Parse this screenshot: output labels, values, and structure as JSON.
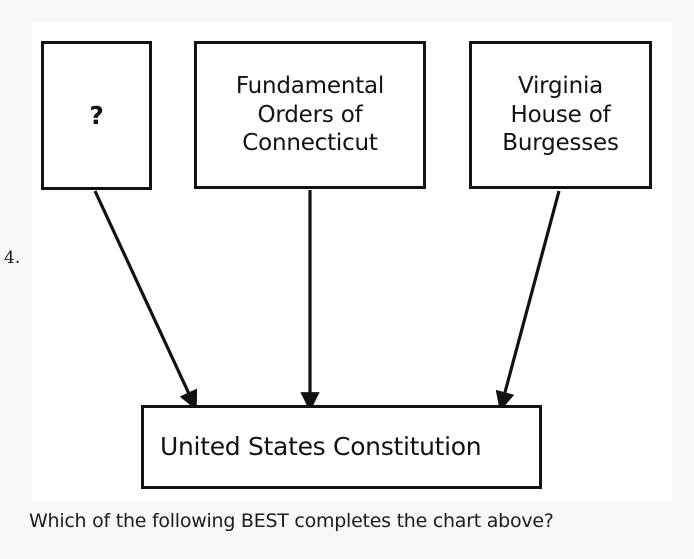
{
  "page": {
    "item_number": "4.",
    "background_color": "#f8f8f8",
    "panel_color": "#ffffff",
    "ink_color": "#121212"
  },
  "diagram": {
    "type": "flowchart",
    "description": "Three source boxes with arrows converging into one result box",
    "sources": [
      {
        "id": "unknown",
        "label": "?",
        "is_placeholder": true
      },
      {
        "id": "fundamental",
        "label": "Fundamental\nOrders of\nConnecticut",
        "is_placeholder": false
      },
      {
        "id": "virginia",
        "label": "Virginia\nHouse of\nBurgesses",
        "is_placeholder": false
      }
    ],
    "target": {
      "id": "constitution",
      "label": "United States Constitution"
    },
    "arrows": [
      {
        "from": "unknown",
        "to": "constitution",
        "direction": "down-right"
      },
      {
        "from": "fundamental",
        "to": "constitution",
        "direction": "down"
      },
      {
        "from": "virginia",
        "to": "constitution",
        "direction": "down-left"
      }
    ]
  },
  "question": {
    "prompt": "Which of the following BEST completes the chart above?"
  }
}
